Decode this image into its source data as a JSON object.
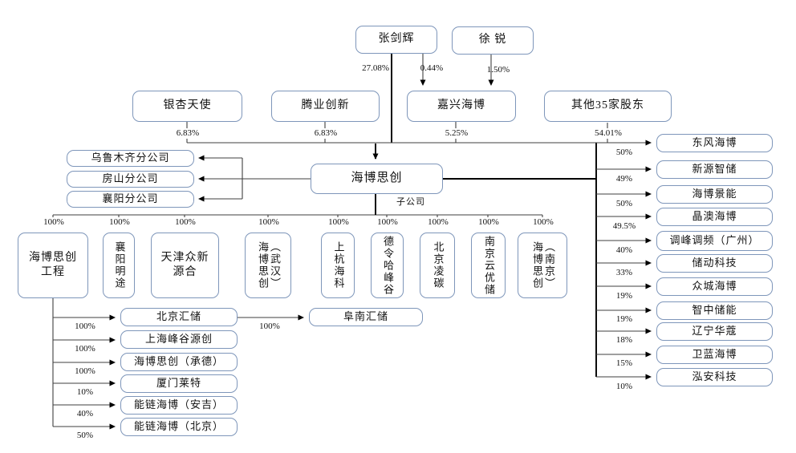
{
  "colors": {
    "box_border": "#7e96ba",
    "line_thin": "#3f3f3f",
    "line_thick": "#000000"
  },
  "parent": {
    "name": "海博思创",
    "note": "子公司"
  },
  "top_shareholders": {
    "zhang": {
      "name": "张剑辉",
      "pct_direct": "27.08%",
      "pct_jiaxing": "0.44%"
    },
    "xu": {
      "name": "徐 锐",
      "pct_jiaxing": "1.50%"
    }
  },
  "shareholders": [
    {
      "name": "银杏天使",
      "pct": "6.83%"
    },
    {
      "name": "腾业创新",
      "pct": "6.83%"
    },
    {
      "name": "嘉兴海博",
      "pct": "5.25%"
    },
    {
      "name": "其他35家股东",
      "pct": "54.01%"
    }
  ],
  "branch_offices": [
    {
      "name": "乌鲁木齐分公司"
    },
    {
      "name": "房山分公司"
    },
    {
      "name": "襄阳分公司"
    }
  ],
  "subsidiaries": [
    {
      "name": "海博思创\n工程",
      "pct": "100%"
    },
    {
      "name": "襄阳明途",
      "pct": "100%"
    },
    {
      "name": "天津众新\n源合",
      "pct": "100%"
    },
    {
      "name": "海博思创\n（武汉）",
      "pct": "100%"
    },
    {
      "name": "上杭海科",
      "pct": "100%"
    },
    {
      "name": "德令哈峰谷",
      "pct": "100%"
    },
    {
      "name": "北京凌碳",
      "pct": "100%"
    },
    {
      "name": "南京云优储",
      "pct": "100%"
    },
    {
      "name": "海博思创\n（南京）",
      "pct": "100%"
    }
  ],
  "holdings": [
    {
      "name": "东风海博",
      "pct": "50%"
    },
    {
      "name": "新源智储",
      "pct": "49%"
    },
    {
      "name": "海博景能",
      "pct": "50%"
    },
    {
      "name": "晶澳海博",
      "pct": "49.5%"
    },
    {
      "name": "调峰调频（广州）",
      "pct": "40%"
    },
    {
      "name": "储动科技",
      "pct": "33%"
    },
    {
      "name": "众城海博",
      "pct": "19%"
    },
    {
      "name": "智中储能",
      "pct": "19%"
    },
    {
      "name": "辽宁华蔻",
      "pct": "18%"
    },
    {
      "name": "卫蓝海博",
      "pct": "15%"
    },
    {
      "name": "泓安科技",
      "pct": "10%"
    }
  ],
  "eng_subsidiaries": [
    {
      "name": "北京汇储",
      "pct": "100%"
    },
    {
      "name": "上海峰谷源创",
      "pct": "100%"
    },
    {
      "name": "海博思创（承德）",
      "pct": "100%"
    },
    {
      "name": "厦门莱特",
      "pct": "10%"
    },
    {
      "name": "能链海博（安吉）",
      "pct": "40%"
    },
    {
      "name": "能链海博（北京）",
      "pct": "50%"
    }
  ],
  "funan": {
    "name": "阜南汇储",
    "pct": "100%"
  }
}
